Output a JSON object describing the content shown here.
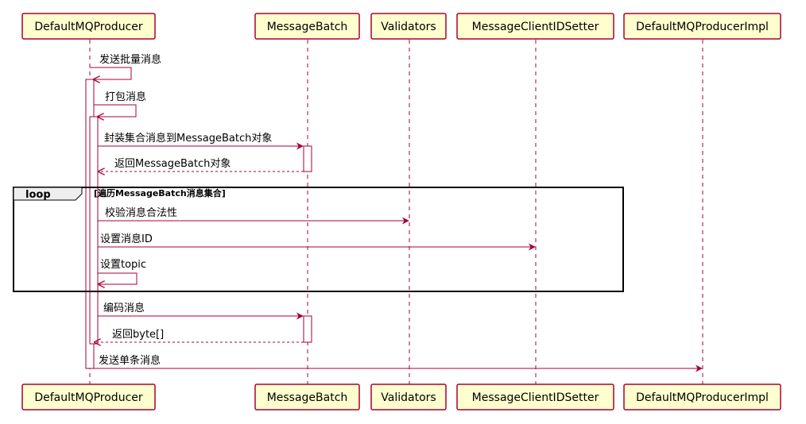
{
  "participants": [
    {
      "id": "producer",
      "label": "DefaultMQProducer"
    },
    {
      "id": "batch",
      "label": "MessageBatch"
    },
    {
      "id": "validators",
      "label": "Validators"
    },
    {
      "id": "idsetter",
      "label": "MessageClientIDSetter"
    },
    {
      "id": "impl",
      "label": "DefaultMQProducerImpl"
    }
  ],
  "messages": [
    {
      "id": "m1",
      "label": "发送批量消息"
    },
    {
      "id": "m2",
      "label": "打包消息"
    },
    {
      "id": "m3",
      "label": "封装集合消息到MessageBatch对象"
    },
    {
      "id": "m4",
      "label": "返回MessageBatch对象"
    },
    {
      "id": "m5",
      "label": "校验消息合法性"
    },
    {
      "id": "m6",
      "label": "设置消息ID"
    },
    {
      "id": "m7",
      "label": "设置topic"
    },
    {
      "id": "m8",
      "label": "编码消息"
    },
    {
      "id": "m9",
      "label": "返回byte[]"
    },
    {
      "id": "m10",
      "label": "发送单条消息"
    }
  ],
  "loop": {
    "keyword": "loop",
    "guard": "[遍历MessageBatch消息集合]"
  },
  "colors": {
    "line": "#A80036",
    "box": "#FEFECE"
  }
}
